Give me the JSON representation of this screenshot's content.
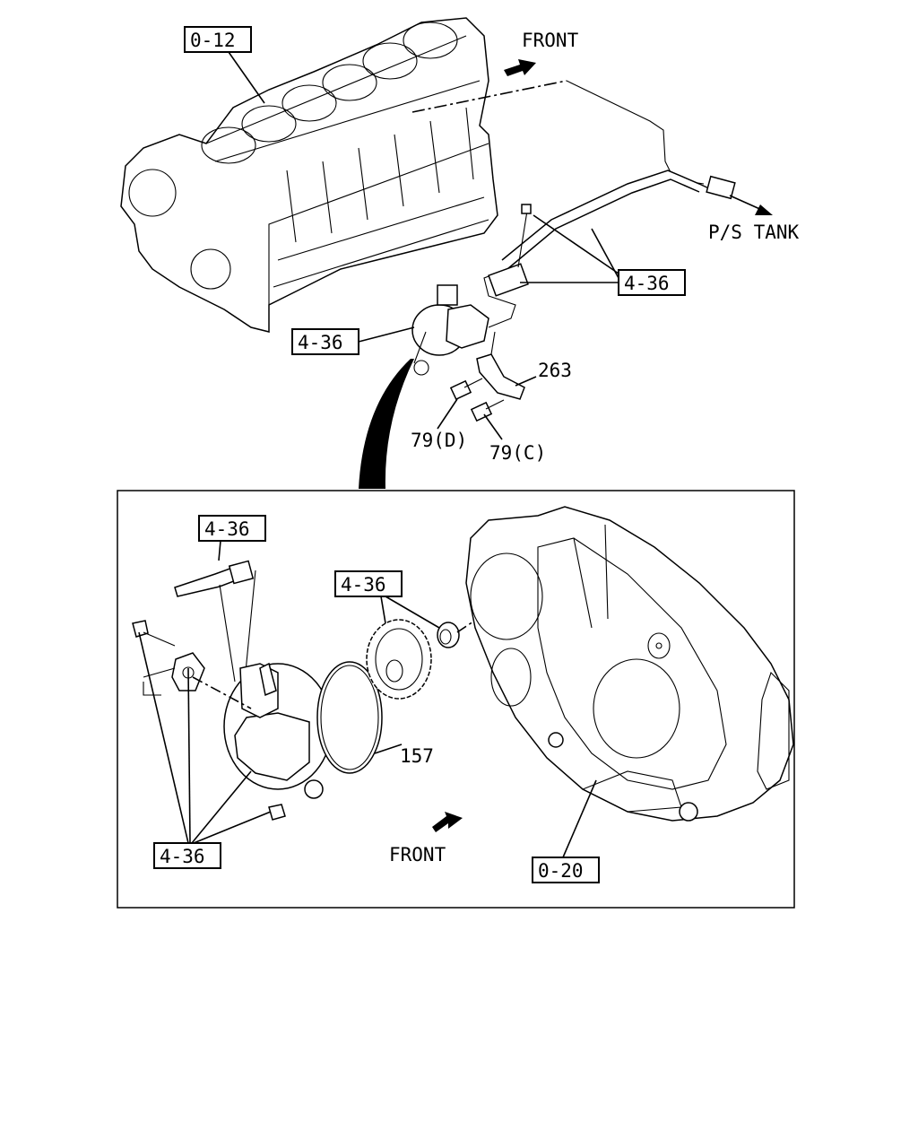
{
  "callouts": {
    "block_ref": "0-12",
    "pipe_ref": "4-36",
    "pump_ref": "4-36",
    "sensor_ref": "4-36",
    "gear_ref": "4-36",
    "fasteners_ref": "4-36",
    "housing_ref": "0-20"
  },
  "part_numbers": {
    "bracket": "263",
    "bolt_d": "79(D)",
    "bolt_c": "79(C)",
    "o_ring": "157"
  },
  "direction_labels": {
    "front_top": "FRONT",
    "front_bottom": "FRONT",
    "ps_tank": "P/S TANK"
  }
}
